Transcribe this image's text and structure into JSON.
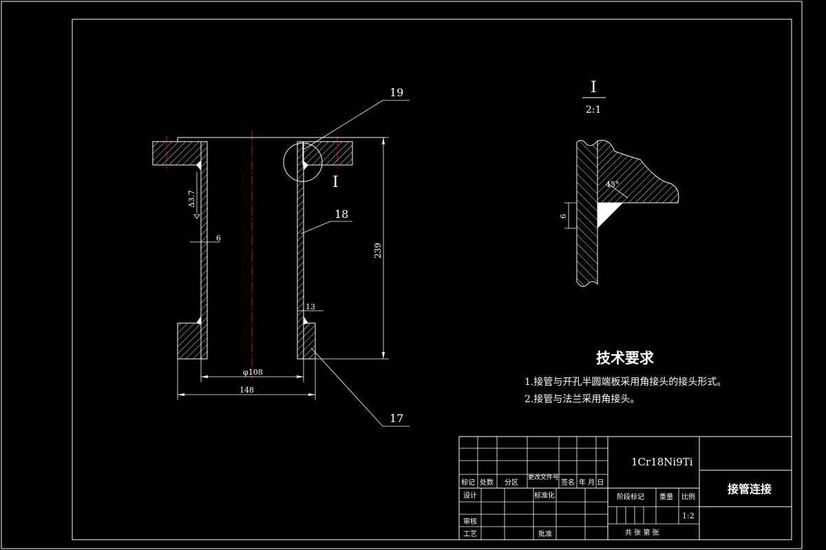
{
  "drawing": {
    "labels": {
      "part_19": "19",
      "part_18": "18",
      "part_17": "17",
      "detail_mark": "I",
      "detail_title": "I",
      "detail_scale": "2:1"
    },
    "dimensions": {
      "weld": "Δ3.7",
      "wall": "6",
      "height": "239",
      "flange_gap": "13",
      "inner_dia": "φ108",
      "outer_width": "148",
      "detail_angle": "45°",
      "detail_leg": "6"
    },
    "tech_req": {
      "title": "技术要求",
      "item1": "1.接管与开孔半圆端板采用角接头的接头形式。",
      "item2": "2.接管与法兰采用角接头。"
    },
    "title_block": {
      "material": "1Cr18Ni9Ti",
      "part_name": "接管连接",
      "h_mark": "标记",
      "h_count": "处数",
      "h_zone": "分区",
      "h_docno": "更改文件号",
      "h_sign": "签名",
      "h_date": "年 月 日",
      "design": "设计",
      "standard": "标准化",
      "check": "审核",
      "process": "工艺",
      "approve": "批准",
      "stage": "阶段标记",
      "weight": "重量",
      "ratio": "比例",
      "scale": "1:2",
      "sheets": "共  张  第  张"
    },
    "colors": {
      "line": "#ffffff",
      "center": "#dd1111",
      "background": "#000000"
    }
  }
}
